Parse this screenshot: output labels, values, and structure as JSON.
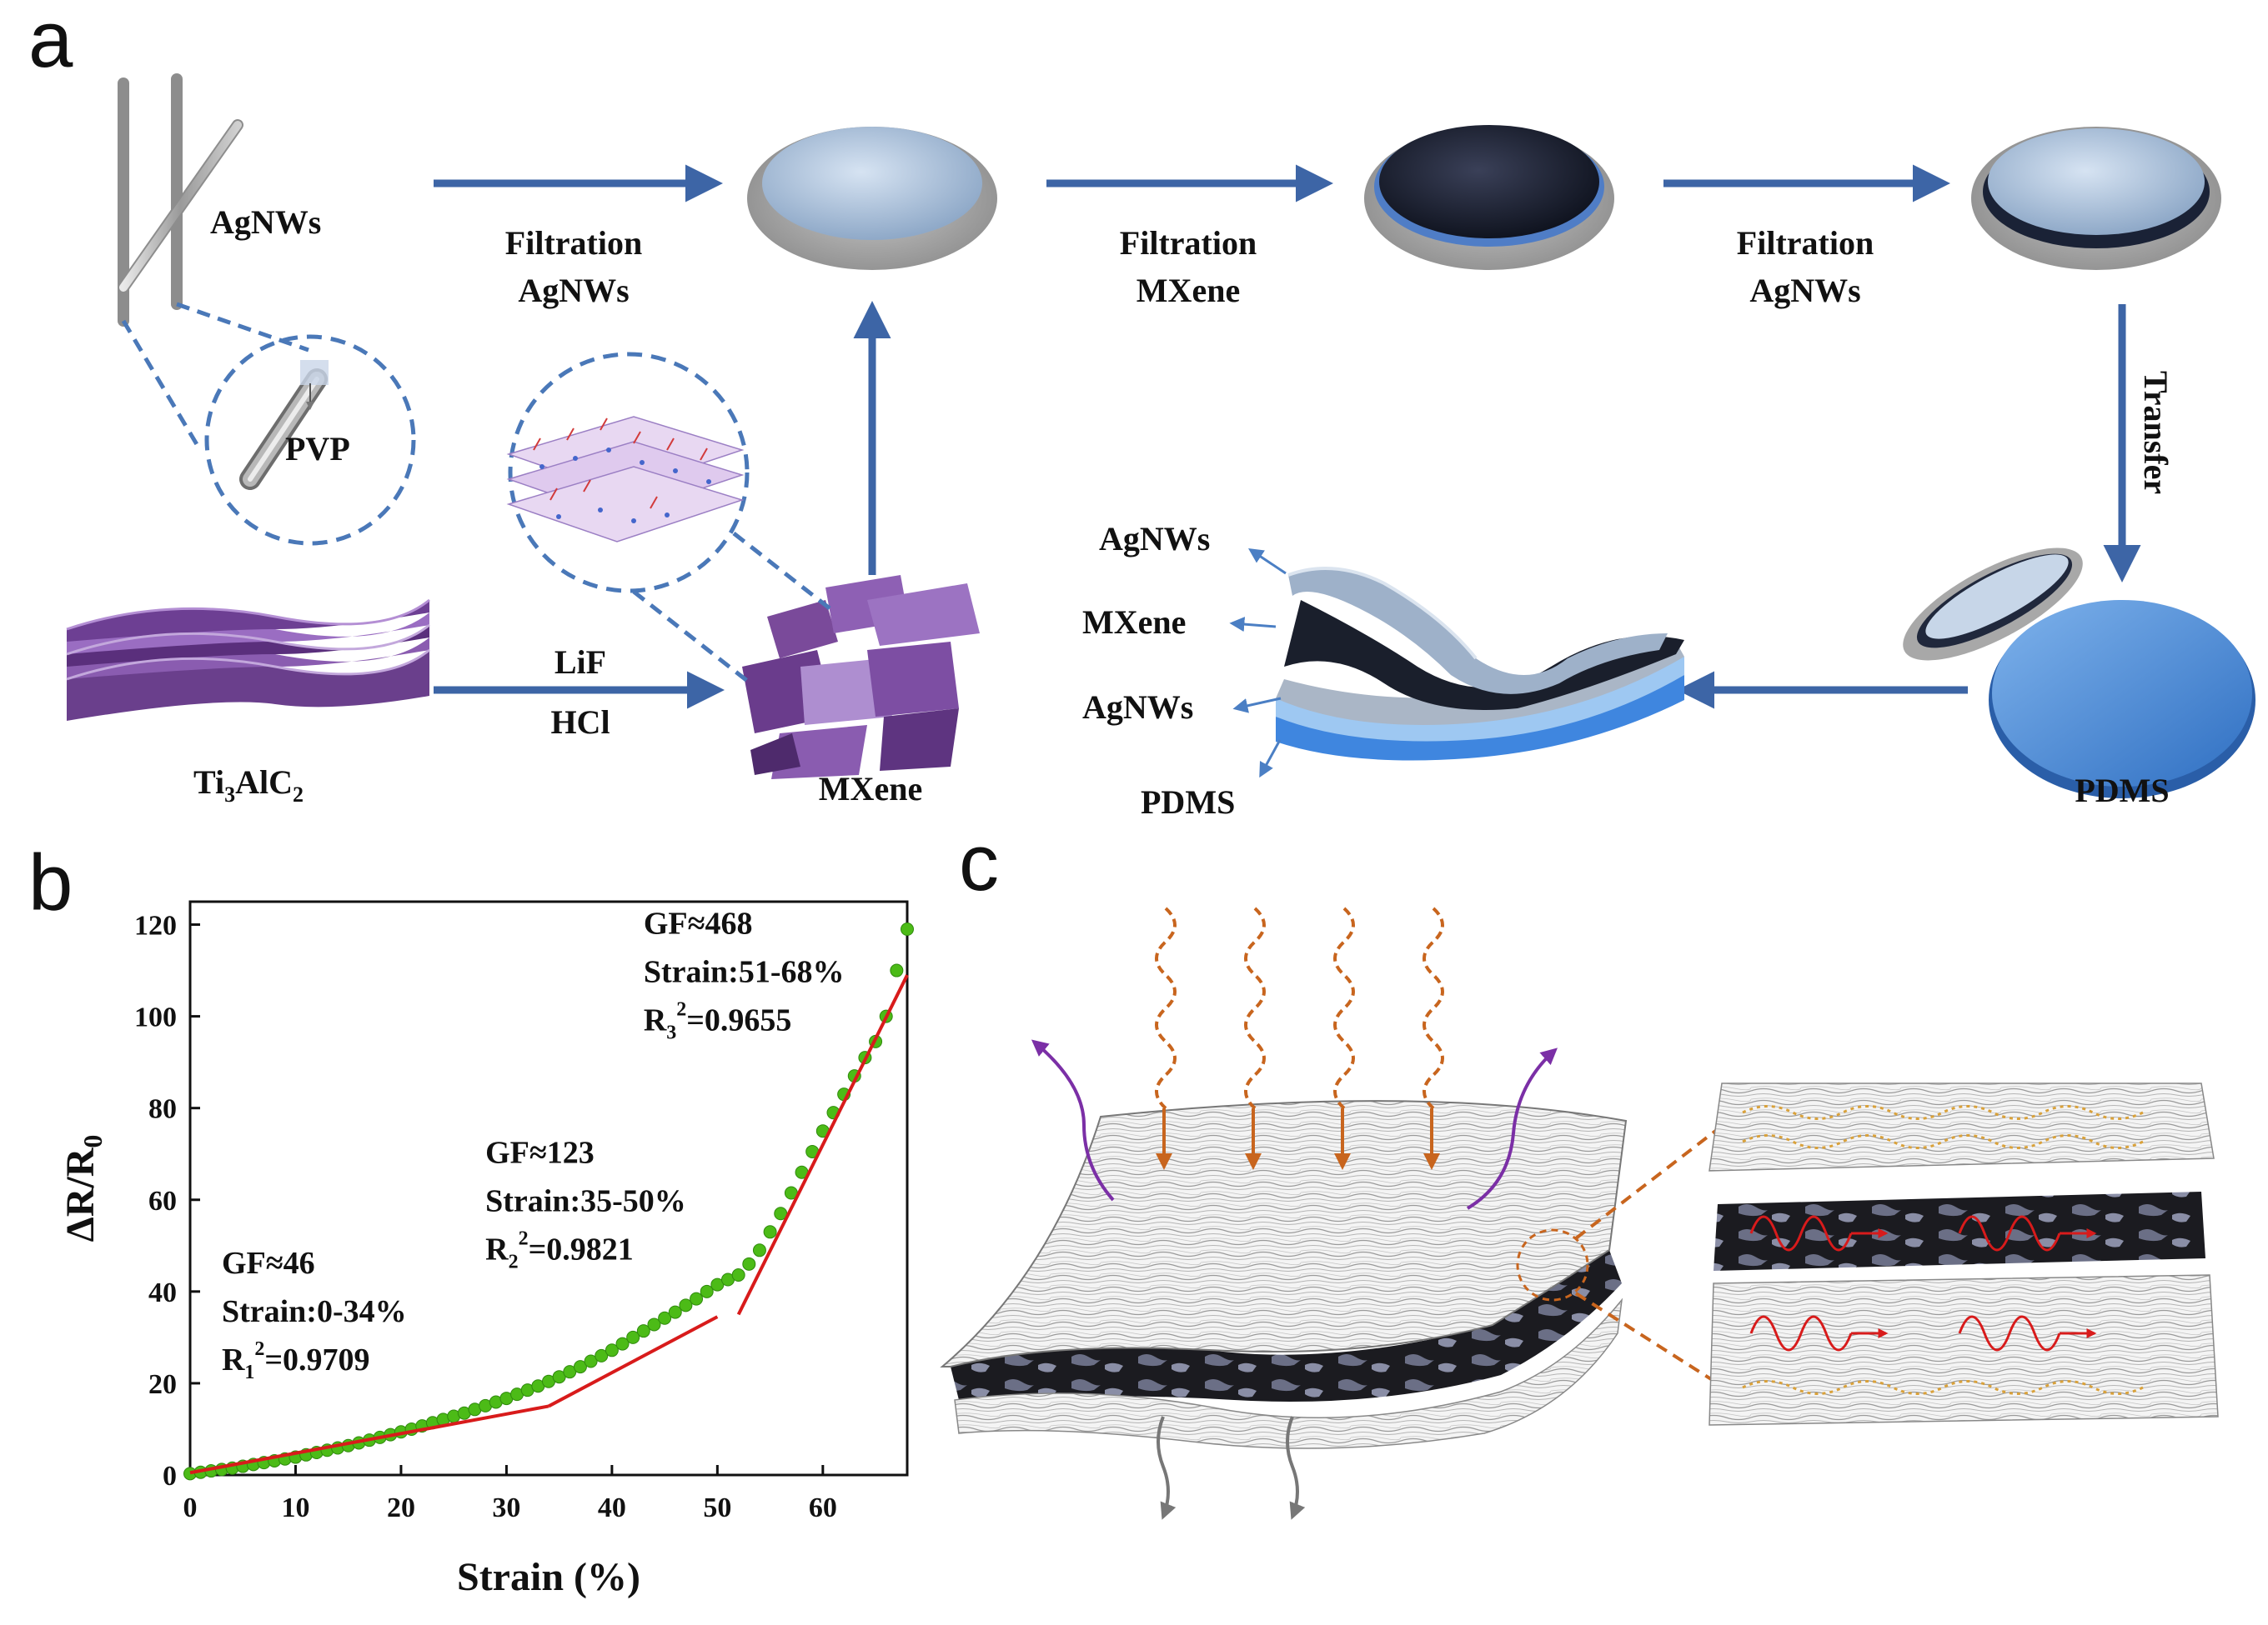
{
  "panel_a": {
    "letter": "a",
    "agnws": "AgNWs",
    "pvp": "PVP",
    "ti3alc2": {
      "base": "Ti",
      "s1": "3",
      "mid": "AlC",
      "s2": "2"
    },
    "mxene": "MXene",
    "reagent_top": "LiF",
    "reagent_bottom": "HCl",
    "step1": [
      "Filtration",
      "AgNWs"
    ],
    "step2": [
      "Filtration",
      "MXene"
    ],
    "step3": [
      "Filtration",
      "AgNWs"
    ],
    "transfer": "Transfer",
    "pdms": "PDMS",
    "layers": [
      "AgNWs",
      "MXene",
      "AgNWs",
      "PDMS"
    ]
  },
  "panel_b": {
    "letter": "b"
  },
  "panel_c": {
    "letter": "c"
  },
  "colors": {
    "arrow": "#3d65a6",
    "dashed": "#4a78b8",
    "mxene_purple": "#7a4a9a",
    "fit_red": "#d81b1b",
    "data_green": "#4cbb17",
    "wave_orange": "#c8651e",
    "purple_arrow": "#7b2fa6",
    "pdms_blue": "#4b8ad8"
  },
  "chart_data": {
    "type": "scatter",
    "xlabel": "Strain (%)",
    "ylabel": {
      "base": "ΔR/R",
      "sub": "0"
    },
    "xlim": [
      0,
      68
    ],
    "ylim": [
      0,
      125
    ],
    "xticks": [
      0,
      10,
      20,
      30,
      40,
      50,
      60
    ],
    "yticks": [
      0,
      20,
      40,
      60,
      80,
      100,
      120
    ],
    "series": [
      {
        "values_x": [
          0,
          1,
          2,
          3,
          4,
          5,
          6,
          7,
          8,
          9,
          10,
          11,
          12,
          13,
          14,
          15,
          16,
          17,
          18,
          19,
          20,
          21,
          22,
          23,
          24,
          25,
          26,
          27,
          28,
          29,
          30,
          31,
          32,
          33,
          34,
          35,
          36,
          37,
          38,
          39,
          40,
          41,
          42,
          43,
          44,
          45,
          46,
          47,
          48,
          49,
          50,
          51,
          52,
          53,
          54,
          55,
          56,
          57,
          58,
          59,
          60,
          61,
          62,
          63,
          64,
          65,
          66,
          67,
          68
        ],
        "values_y": [
          0.3,
          0.6,
          0.9,
          1.2,
          1.5,
          1.9,
          2.3,
          2.7,
          3.1,
          3.5,
          3.9,
          4.4,
          4.9,
          5.4,
          5.9,
          6.4,
          7.0,
          7.6,
          8.2,
          8.8,
          9.4,
          10.0,
          10.7,
          11.4,
          12.1,
          12.8,
          13.5,
          14.3,
          15.1,
          15.9,
          16.7,
          17.6,
          18.5,
          19.4,
          20.4,
          21.4,
          22.5,
          23.6,
          24.8,
          26.0,
          27.2,
          28.6,
          30.0,
          31.4,
          32.8,
          34.2,
          35.5,
          37.0,
          38.4,
          40.0,
          41.5,
          42.6,
          43.6,
          46.0,
          49.0,
          53.0,
          57.0,
          61.5,
          66.0,
          70.5,
          75.0,
          79.0,
          83.0,
          87.0,
          91.0,
          94.5,
          100.0,
          110.0,
          119.0
        ]
      }
    ],
    "fits": [
      {
        "x": [
          0,
          34
        ],
        "y": [
          0.5,
          15
        ]
      },
      {
        "x": [
          34,
          50
        ],
        "y": [
          15,
          34.5
        ]
      },
      {
        "x": [
          52,
          68
        ],
        "y": [
          35,
          109
        ]
      }
    ],
    "annotations": [
      {
        "lines": [
          "GF≈46",
          "Strain:0-34%"
        ],
        "r_base": "R",
        "r_sub": "1",
        "r_sup": "2",
        "r_val": "=0.9709"
      },
      {
        "lines": [
          "GF≈123",
          "Strain:35-50%"
        ],
        "r_base": "R",
        "r_sub": "2",
        "r_sup": "2",
        "r_val": "=0.9821"
      },
      {
        "lines": [
          "GF≈468",
          "Strain:51-68%"
        ],
        "r_base": "R",
        "r_sub": "3",
        "r_sup": "2",
        "r_val": "=0.9655"
      }
    ]
  }
}
